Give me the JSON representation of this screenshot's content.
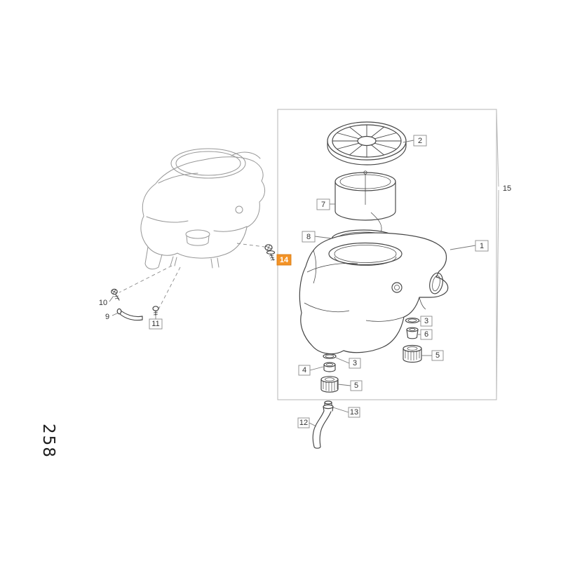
{
  "page_number": "258",
  "diagram": {
    "highlighted_callout": "14",
    "callouts": {
      "n1": "1",
      "n2": "2",
      "n3": "3",
      "n4": "4",
      "n5": "5",
      "n6": "6",
      "n7": "7",
      "n8": "8",
      "n9": "9",
      "n10": "10",
      "n11": "11",
      "n12": "12",
      "n13": "13",
      "n14": "14",
      "n15": "15"
    },
    "colors": {
      "line": "#454545",
      "ghost_line": "#979797",
      "frame": "#b5b5b5",
      "leader": "#777777",
      "highlight_fill": "#f39327",
      "highlight_border": "#d97e14",
      "highlight_text": "#ffffff",
      "label_text": "#333333",
      "background": "#ffffff"
    }
  }
}
